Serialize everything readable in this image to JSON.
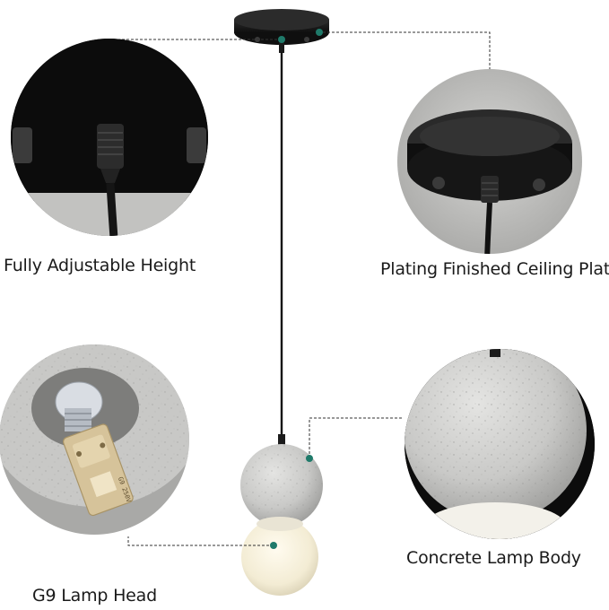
{
  "callouts": {
    "height_label": "Fully Adjustable Height",
    "ceiling_label": "Plating Finished Ceiling Plate",
    "body_label": "Concrete Lamp Body",
    "head_label": "G9 Lamp Head"
  },
  "socket_text": "G9 250V",
  "colors": {
    "background": "#ffffff",
    "fixture_black": "#141414",
    "concrete": "#c9c9c7",
    "glass_glow": "#f6f1df",
    "marker_teal": "#1f7a6a",
    "callout_line": "#333333"
  },
  "icons": [
    "detail-circle-cable",
    "detail-circle-canopy",
    "detail-circle-socket",
    "detail-circle-concrete"
  ]
}
